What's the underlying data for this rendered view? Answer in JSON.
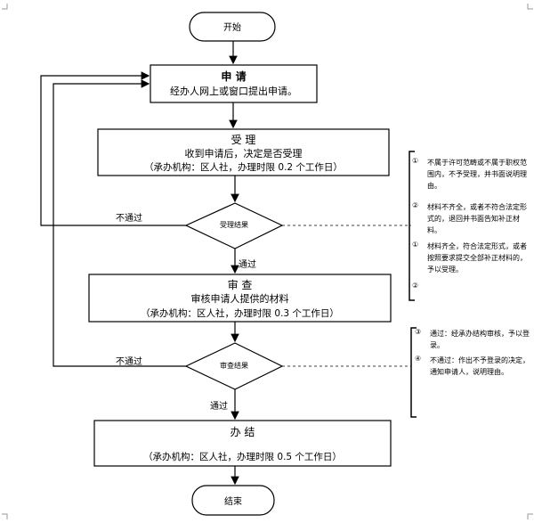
{
  "start": "开始",
  "apply": {
    "title": "申   请",
    "line1": "经办人网上或窗口提出申请。"
  },
  "accept": {
    "title": "受     理",
    "line1": "收到申请后，决定是否受理",
    "line2": "（承办机构：区人社，办理时限 0.2 个工作日）"
  },
  "accept_decision": "受理结果",
  "review": {
    "title": "审     查",
    "line1": "审核申请人提供的材料",
    "line2": "（承办机构：区人社，办理时限 0.3 个工作日）"
  },
  "review_decision": "审查结果",
  "finish": {
    "title": "办     结",
    "line2": "（承办机构：区人社，办理时限 0.5 个工作日）"
  },
  "end": "结束",
  "labels": {
    "fail1": "不通过",
    "pass1": "通过",
    "fail2": "不通过",
    "pass2": "通过"
  },
  "note1": {
    "items": [
      {
        "num": "①",
        "text": "不属于许可范畴或不属于职权范围内，不予受理，并书面说明理由。"
      },
      {
        "num": "②",
        "text": "材料不齐全，或者不符合法定形式的，退回并书面告知补正材料。"
      },
      {
        "num": "①",
        "text": "材料齐全，符合法定形式，或者按照要求提交全部补正材料的，予以受理。"
      },
      {
        "num": "②",
        "text": ""
      }
    ]
  },
  "note2": {
    "items": [
      {
        "num": "③",
        "text": "通过：经承办结构审核，予以登录。"
      },
      {
        "num": "④",
        "text": "不通过：作出不予登录的决定，通知申请人，说明理由。"
      }
    ]
  }
}
